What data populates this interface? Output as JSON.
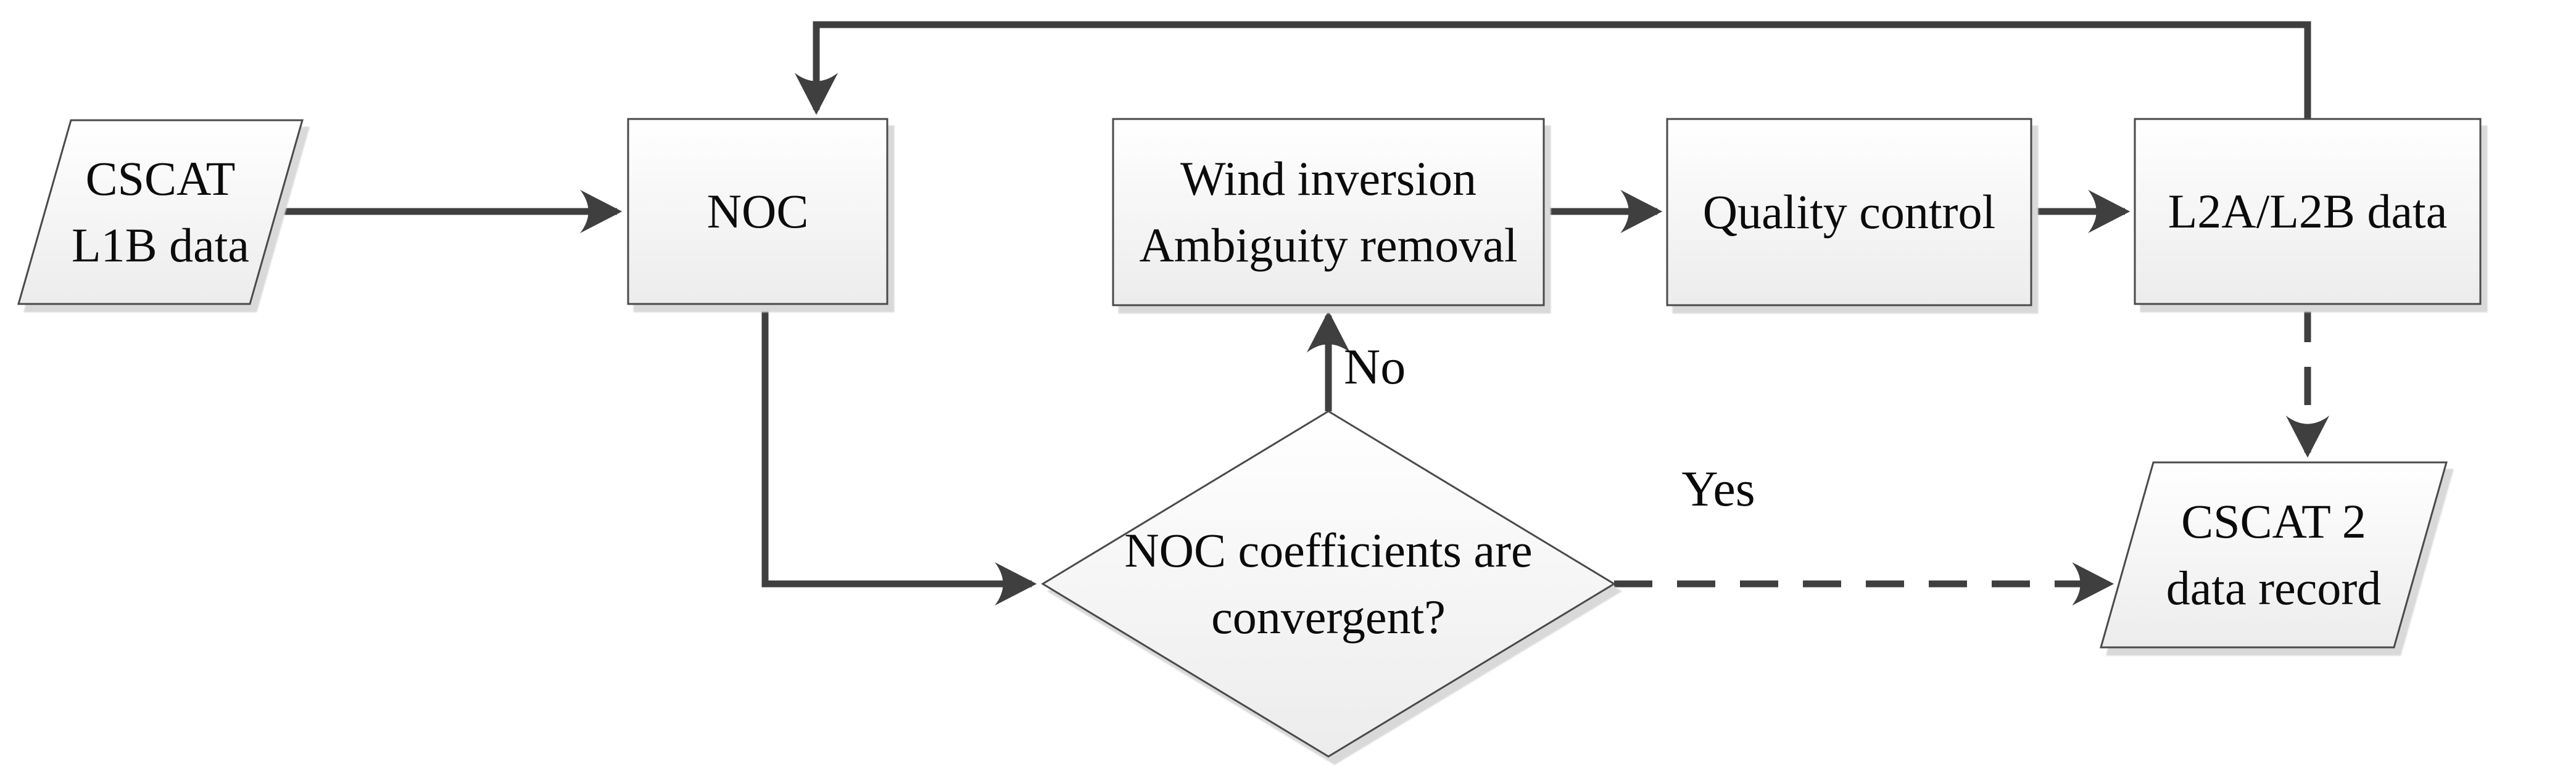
{
  "theme": {
    "background": "#ffffff",
    "connector_color": "#3f3f3f",
    "shape_border_color": "#4a4a4a",
    "shape_fill_top": "#ffffff",
    "shape_fill_bottom": "#ececec",
    "shadow_color": "#d9d9d9",
    "text_color": "#0b0b0b"
  },
  "diagram": {
    "type": "flowchart",
    "nodes": {
      "cscat_l1b": {
        "label": "CSCAT\nL1B data",
        "shape": "parallelogram"
      },
      "noc": {
        "label": "NOC",
        "shape": "process-box"
      },
      "wind_inversion": {
        "label": "Wind inversion\nAmbiguity removal",
        "shape": "process-box"
      },
      "quality_control": {
        "label": "Quality control",
        "shape": "process-box"
      },
      "l2a_l2b": {
        "label": "L2A/L2B data",
        "shape": "process-box"
      },
      "convergence_decision": {
        "label": "NOC coefficients are\nconvergent?",
        "shape": "decision-diamond"
      },
      "cscat2_record": {
        "label": "CSCAT 2\ndata record",
        "shape": "parallelogram"
      }
    },
    "edge_labels": {
      "yes": "Yes",
      "no": "No"
    },
    "edges": [
      {
        "from": "cscat_l1b",
        "to": "noc",
        "style": "solid"
      },
      {
        "from": "noc",
        "to": "convergence_decision",
        "style": "solid"
      },
      {
        "from": "convergence_decision",
        "to": "wind_inversion",
        "style": "solid",
        "label": "No"
      },
      {
        "from": "wind_inversion",
        "to": "quality_control",
        "style": "solid"
      },
      {
        "from": "quality_control",
        "to": "l2a_l2b",
        "style": "solid"
      },
      {
        "from": "l2a_l2b",
        "to": "noc",
        "style": "solid",
        "note": "feedback loop over top"
      },
      {
        "from": "convergence_decision",
        "to": "cscat2_record",
        "style": "dashed",
        "label": "Yes"
      },
      {
        "from": "l2a_l2b",
        "to": "cscat2_record",
        "style": "dashed"
      }
    ]
  }
}
